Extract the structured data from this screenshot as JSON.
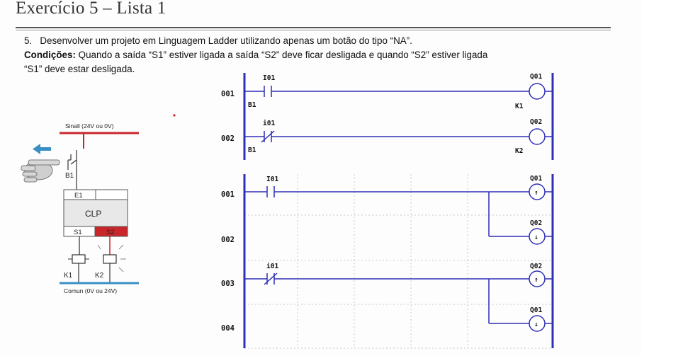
{
  "slide": {
    "title": "Exercício 5 – Lista 1",
    "question": {
      "number": "5.",
      "statement": "Desenvolver um projeto em Linguagem Ladder utilizando apenas um botão do tipo “NA”.",
      "conditions_label": "Condições:",
      "conditions_part1": "Quando a saída “S1” estiver ligada a saída “S2” deve ficar desligada e quando “S2” estiver ligada",
      "conditions_part2": "“S1” deve estar desligada."
    }
  },
  "wiring_diagram": {
    "signal_label": "Sinall (24V ou 0V)",
    "button_label": "B1",
    "input_label": "E1",
    "plc_label": "CLP",
    "output1_label": "S1",
    "output2_label": "S2",
    "relay1_label": "K1",
    "relay2_label": "K2",
    "common_label": "Comun (0V ou 24V)",
    "colors": {
      "blue_line": "#3a8fc4",
      "red_line": "#c8262b",
      "s2_fill": "#c8262b"
    }
  },
  "ladder_top": {
    "rungs": [
      {
        "number": "001",
        "contact_tag": "I01",
        "contact_type": "NA",
        "contact_label": "B1",
        "coil_tag": "Q01",
        "coil_type": "normal",
        "coil_label": "K1"
      },
      {
        "number": "002",
        "contact_tag": "i01",
        "contact_type": "NF",
        "contact_label": "B1",
        "coil_tag": "Q02",
        "coil_type": "normal",
        "coil_label": "K2"
      }
    ]
  },
  "ladder_bottom": {
    "rungs": [
      {
        "number": "001",
        "contact_tag": "I01",
        "contact_type": "NA",
        "coil_tag": "Q01",
        "coil_symbol": "↑"
      },
      {
        "number": "002",
        "coil_tag": "Q02",
        "coil_symbol": "↓"
      },
      {
        "number": "003",
        "contact_tag": "i01",
        "contact_type": "NF",
        "coil_tag": "Q02",
        "coil_symbol": "↑"
      },
      {
        "number": "004",
        "coil_tag": "Q01",
        "coil_symbol": "↓"
      }
    ]
  },
  "ladder_colors": {
    "wire": "#2f2fb8",
    "grid": "#c9c9c9"
  }
}
